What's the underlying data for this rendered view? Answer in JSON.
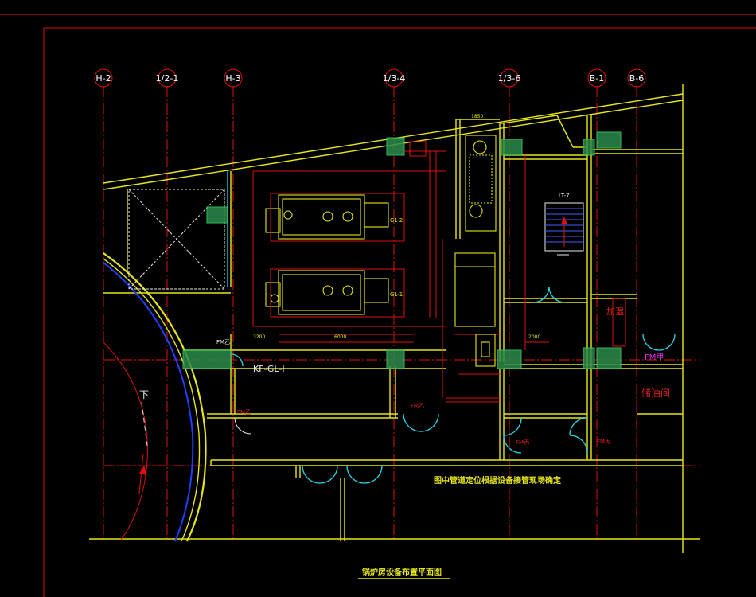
{
  "drawing": {
    "title": "锅炉房设备布置平面图",
    "note": "图中管道定位根据设备接管现场确定",
    "colors": {
      "background": "#000000",
      "walls": "#e6e61a",
      "axis": "#e01010",
      "glass": "#2ad3e6",
      "stair_arc": "#2040ff",
      "hatch": "#2b8a4a",
      "door_tag": "#e030e0"
    }
  },
  "axes": [
    {
      "id": "axis-a2",
      "label": "H-2"
    },
    {
      "id": "axis-a2-1",
      "label": "1/2-1"
    },
    {
      "id": "axis-a3",
      "label": "H-3"
    },
    {
      "id": "axis-a3-4",
      "label": "1/3-4"
    },
    {
      "id": "axis-a3-6",
      "label": "1/3-6"
    },
    {
      "id": "axis-b1",
      "label": "B-1"
    },
    {
      "id": "axis-b6",
      "label": "B-6"
    }
  ],
  "labels": {
    "kf_unit": "KF-GL-I",
    "stair_down": "下",
    "oil_room": "储油间",
    "fire_room": "加湿",
    "fm_door_right": "FM甲",
    "lt_tag": "LT-7",
    "fm_b1": "FM乙",
    "fm_b2": "FM乙",
    "fm_b3": "FM乙",
    "fm_b4": "FM丙",
    "fm_b5": "FM丙",
    "dim_6000": "6000",
    "dim_3200": "3200",
    "dim_1850": "1850",
    "dim_2000": "2000",
    "boiler_1": "GL-1",
    "boiler_2": "GL-2"
  }
}
